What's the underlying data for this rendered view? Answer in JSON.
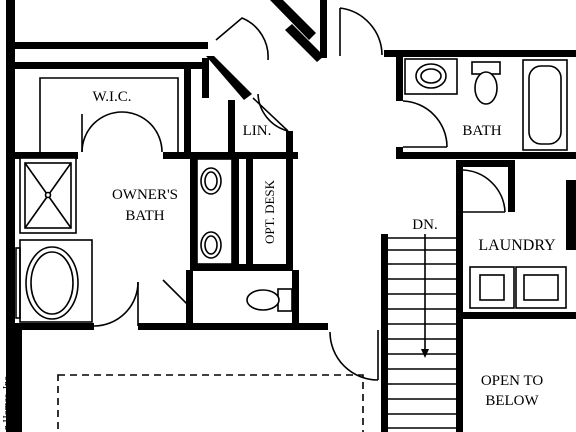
{
  "rooms": {
    "wic": "W.I.C.",
    "lin": "LIN.",
    "bath": "BATH",
    "owners_bath_line1": "OWNER'S",
    "owners_bath_line2": "BATH",
    "opt_desk": "OPT. DESK",
    "dn": "DN.",
    "laundry": "LAUNDRY",
    "open_to_below_line1": "OPEN TO",
    "open_to_below_line2": "BELOW"
  },
  "credit": "n Homes, Inc.",
  "colors": {
    "wall": "#000000",
    "background": "#ffffff"
  }
}
